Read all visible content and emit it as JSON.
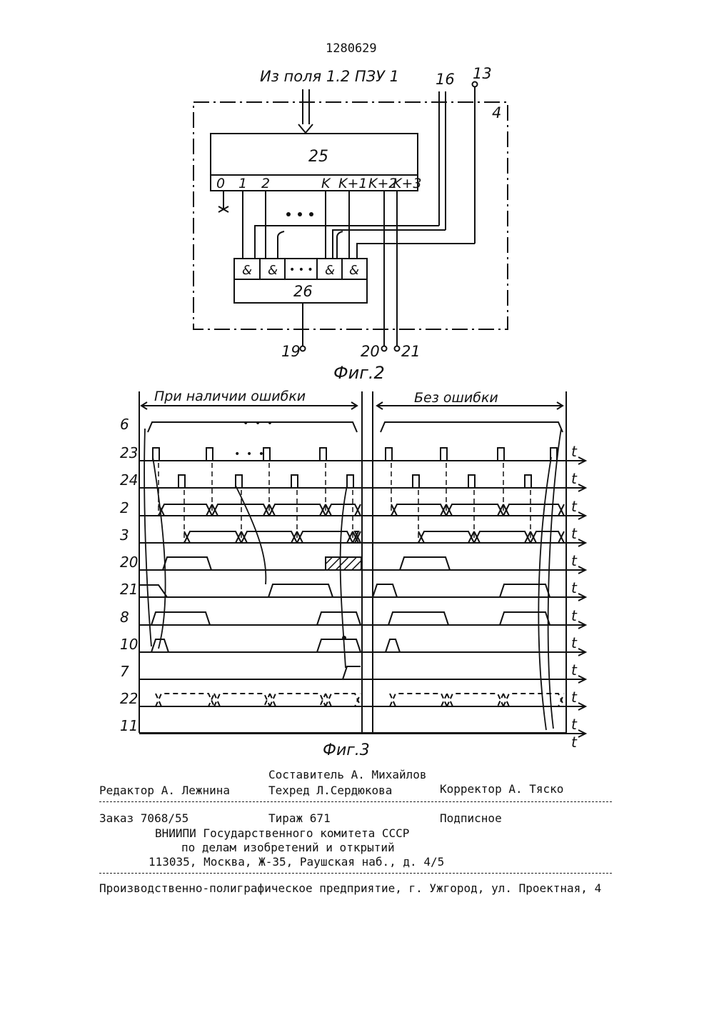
{
  "header": {
    "patent_number": "1280629"
  },
  "fig2": {
    "input_label": "Из поля 1.2 ПЗУ 1",
    "label_16": "16",
    "label_13": "13",
    "label_4": "4",
    "label_25": "25",
    "outputs": [
      "0",
      "1",
      "2",
      "K",
      "K+1",
      "K+2",
      "K+3"
    ],
    "dots": "• • •",
    "and_symbol": "&",
    "label_26": "26",
    "label_19": "19",
    "label_20": "20",
    "label_21": "21",
    "caption": "Фиг.2"
  },
  "fig3": {
    "left_title": "При наличии ошибки",
    "right_title": "Без ошибки",
    "row_labels": [
      "6",
      "23",
      "24",
      "2",
      "3",
      "20",
      "21",
      "8",
      "10",
      "7",
      "22",
      "11"
    ],
    "time_label": "t",
    "caption": "Фиг.3"
  },
  "footer": {
    "composer": "Составитель А. Михайлов",
    "editor": "Редактор А. Лежнина",
    "techred": "Техред Л.Сердюкова",
    "corrector": "Корректор А. Тяско",
    "order": "Заказ 7068/55",
    "circulation": "Тираж 671",
    "subscription": "Подписное",
    "org_line1": "ВНИИПИ Государственного комитета СССР",
    "org_line2": "по делам изобретений и открытий",
    "address": "113035, Москва, Ж-35, Раушская наб., д. 4/5",
    "printer": "Производственно-полиграфическое предприятие, г. Ужгород, ул. Проектная, 4"
  }
}
